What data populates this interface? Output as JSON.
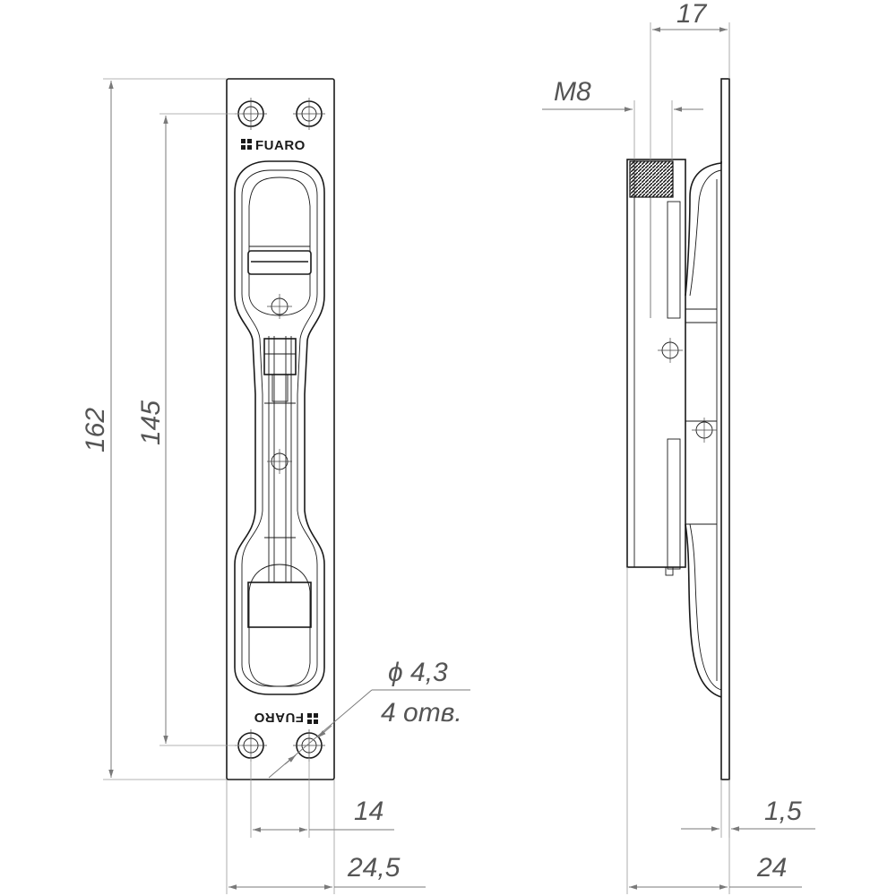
{
  "drawing": {
    "brand": "FUARO",
    "dimensions": {
      "overall_height": "162",
      "hole_spacing_vertical": "145",
      "hole_spacing_horizontal": "14",
      "plate_width": "24,5",
      "depth_top": "17",
      "thread": "M8",
      "plate_thickness": "1,5",
      "overall_depth": "24",
      "hole_diameter": "ϕ 4,3",
      "hole_count": "4 отв."
    }
  }
}
